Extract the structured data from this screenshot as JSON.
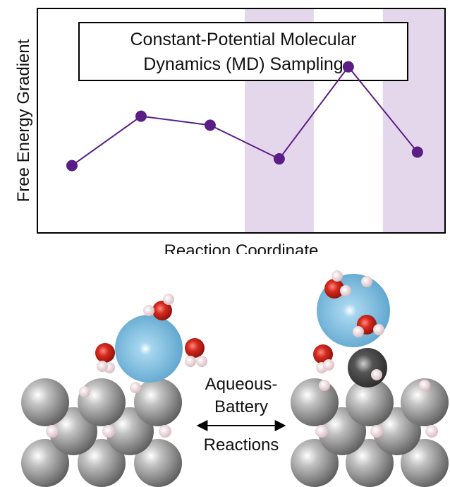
{
  "chart_data": {
    "type": "line",
    "title_lines": [
      "Constant-Potential Molecular",
      "Dynamics (MD) Sampling"
    ],
    "xlabel": "Reaction Coordinate",
    "ylabel": "Free Energy Gradient",
    "x": [
      1,
      2,
      3,
      4,
      5,
      6
    ],
    "y": [
      0.3,
      0.52,
      0.48,
      0.33,
      0.74,
      0.36
    ],
    "xlim": [
      0.5,
      6.4
    ],
    "ylim": [
      0,
      1
    ],
    "shaded_x_ranges": [
      [
        3.5,
        4.5
      ],
      [
        5.5,
        6.4
      ]
    ],
    "grid": false,
    "colors": {
      "series": "#5a1e86",
      "shade": "#e4d7eb",
      "axes": "#000000"
    }
  },
  "diagram": {
    "center_label_lines": [
      "Aqueous-",
      "Battery",
      "Reactions"
    ],
    "arrow": "double-headed",
    "colors": {
      "surface_atom": "#9a9a9a",
      "ion": "#6ab2d8",
      "oxygen": "#d42a20",
      "hydrogen": "#f0d8dc",
      "adsorbate": "#4a4a4a"
    }
  }
}
